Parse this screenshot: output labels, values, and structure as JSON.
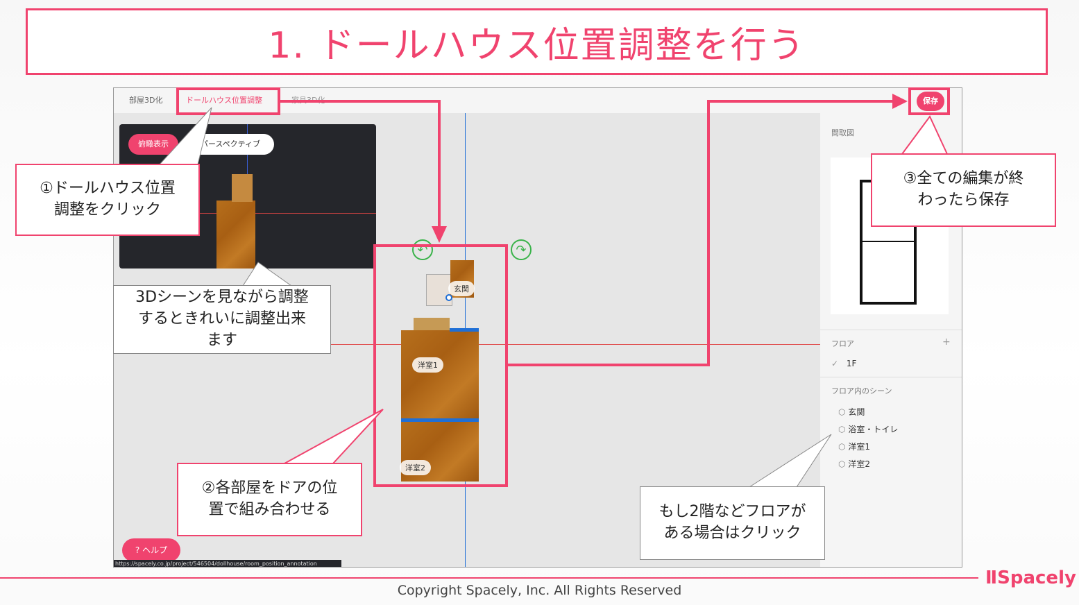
{
  "title": "1. ドールハウス位置調整を行う",
  "app": {
    "tabs": [
      "部屋3D化",
      "ドールハウス位置調整",
      "家具3D化"
    ],
    "save_label": "保存",
    "preview_buttons": [
      "俯瞰表示",
      "パースペクティブ"
    ],
    "help_label": "ヘルプ",
    "url_status": "https://spacely.co.jp/project/546504/dollhouse/room_position_annotation",
    "rooms": [
      "玄関",
      "洋室1",
      "洋室2"
    ],
    "right_panel": {
      "floorplan_label": "間取図",
      "floor_label": "フロア",
      "floor_add": "+",
      "floors": [
        "1F"
      ],
      "scenes_label": "フロア内のシーン",
      "scenes": [
        "玄関",
        "浴室・トイレ",
        "洋室1",
        "洋室2"
      ]
    }
  },
  "callouts": {
    "step1": "①ドールハウス位置\n調整をクリック",
    "scene": "3Dシーンを見ながら調整\nするときれいに調整出来\nます",
    "step2": "②各部屋をドアの位\n置で組み合わせる",
    "floor": "もし2階などフロアが\nある場合はクリック",
    "step3": "③全ての編集が終\nわったら保存"
  },
  "footer": {
    "copyright": "Copyright Spacely, Inc. All Rights Reserved",
    "brand": "Spacely"
  },
  "colors": {
    "accent": "#f0436e",
    "blue_line": "#1f6fd6",
    "red_line": "#e05050"
  }
}
